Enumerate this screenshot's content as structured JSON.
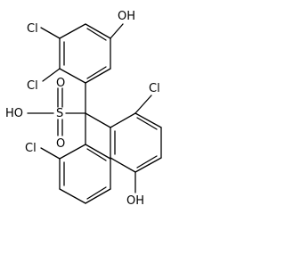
{
  "labels": {
    "cl_ring1_top": "Cl",
    "cl_ring1_left": "Cl",
    "oh_ring1": "OH",
    "cl_ring2": "Cl",
    "oh_ring2": "OH",
    "cl_ring3": "Cl",
    "ho_sulfonic": "HO",
    "s_sulfonic": "S",
    "o_sulfonic_top": "O",
    "o_sulfonic_bottom": "O"
  },
  "colors": {
    "bond": "#000000",
    "text": "#000000",
    "background": "#ffffff"
  }
}
